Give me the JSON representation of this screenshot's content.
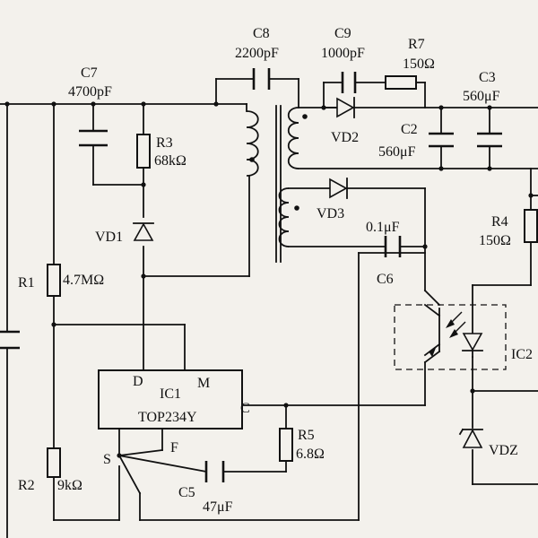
{
  "components": {
    "C7": {
      "ref": "C7",
      "value": "4700pF"
    },
    "C8": {
      "ref": "C8",
      "value": "2200pF"
    },
    "C9": {
      "ref": "C9",
      "value": "1000pF"
    },
    "R7": {
      "ref": "R7",
      "value": "150Ω"
    },
    "C3": {
      "ref": "C3",
      "value": "560μF"
    },
    "C2": {
      "ref": "C2",
      "value": "560μF"
    },
    "R3": {
      "ref": "R3",
      "value": "68kΩ"
    },
    "VD1": {
      "ref": "VD1"
    },
    "VD2": {
      "ref": "VD2"
    },
    "VD3": {
      "ref": "VD3"
    },
    "C6": {
      "ref": "C6",
      "value": "0.1μF"
    },
    "R4": {
      "ref": "R4",
      "value": "150Ω"
    },
    "R1": {
      "ref": "R1",
      "value": "4.7MΩ"
    },
    "R2": {
      "ref": "R2",
      "value": "9kΩ"
    },
    "R5": {
      "ref": "R5",
      "value": "6.8Ω"
    },
    "C5": {
      "ref": "C5",
      "value": "47μF"
    },
    "IC2": {
      "ref": "IC2"
    },
    "VDZ": {
      "ref": "VDZ"
    }
  },
  "ic1": {
    "ref": "IC1",
    "part": "TOP234Y",
    "pin_d": "D",
    "pin_m": "M",
    "pin_c": "C",
    "pin_s": "S",
    "pin_f": "F"
  }
}
